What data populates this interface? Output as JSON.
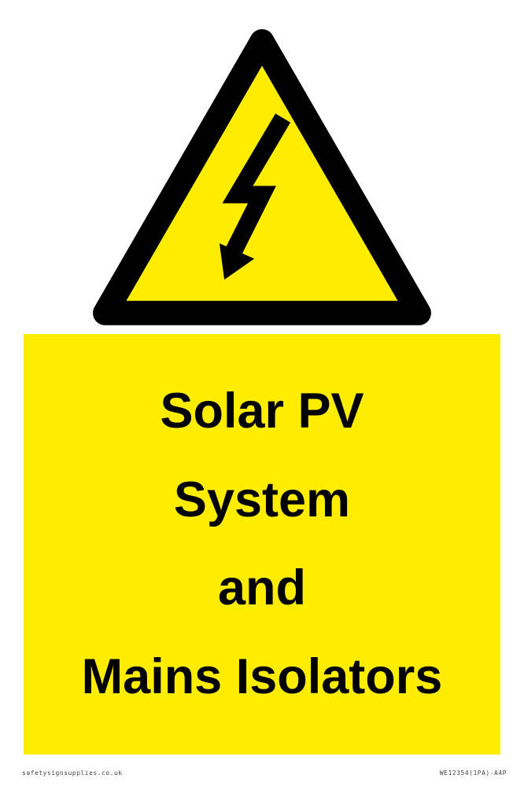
{
  "sign": {
    "type": "safety-warning-sign",
    "icon": "high-voltage-lightning-warning-triangle",
    "lines": [
      "Solar PV",
      "System",
      "and",
      "Mains Isolators"
    ],
    "footer_left": "safetysignsupplies.co.uk",
    "footer_right": "WE12354(1PA)-A4P",
    "colors": {
      "warning_yellow": "#FFED00",
      "black": "#000000",
      "background": "#FFFFFF"
    }
  }
}
